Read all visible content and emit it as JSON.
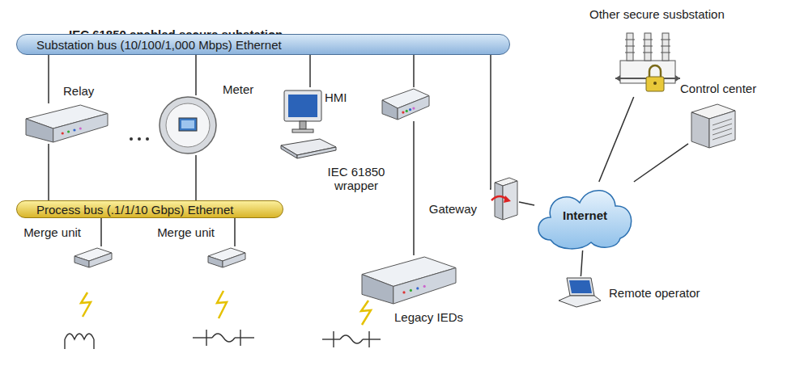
{
  "diagram": {
    "nodes": [
      {
        "text": [
          "IEC 61850 enabled secure substation"
        ]
      },
      {
        "text": [
          "Substation bus (10/100/1,000 Mbps) Ethernet"
        ],
        "in": 0
      },
      {
        "text": [
          "Relay"
        ],
        "in": 0
      },
      {
        "text": [
          "Meter"
        ],
        "in": 0
      },
      {
        "text": [
          "HMI"
        ],
        "in": 0
      },
      {
        "text": [
          "IEC 61850 wrapper"
        ],
        "in": 0
      },
      {
        "text": [
          "Process bus (.1/1/10 Gbps) Ethernet"
        ],
        "in": 0
      },
      {
        "text": [
          "Merge unit"
        ],
        "in": 0
      },
      {
        "text": [
          "Merge unit"
        ],
        "in": 0
      },
      {
        "text": [
          "Legacy IEDs"
        ],
        "in": 0
      },
      {
        "text": [
          "Gateway"
        ],
        "in": 0
      },
      {
        "text": [
          "Other secure susbstation"
        ]
      },
      {
        "text": [
          "Internet"
        ]
      },
      {
        "text": [
          "Control center"
        ]
      },
      {
        "text": [
          "Remote operator"
        ]
      }
    ],
    "edges": [
      {
        "from": 1,
        "to": 2,
        "arrow": "none"
      },
      {
        "from": 1,
        "to": 3,
        "arrow": "none"
      },
      {
        "from": 1,
        "to": 4,
        "arrow": "none"
      },
      {
        "from": 1,
        "to": 5,
        "arrow": "none"
      },
      {
        "from": 1,
        "to": 10,
        "arrow": "none"
      },
      {
        "from": 2,
        "to": 6,
        "arrow": "none"
      },
      {
        "from": 3,
        "to": 6,
        "arrow": "none"
      },
      {
        "from": 6,
        "to": 7,
        "arrow": "none"
      },
      {
        "from": 6,
        "to": 8,
        "arrow": "none"
      },
      {
        "from": 5,
        "to": 9,
        "arrow": "none"
      },
      {
        "from": 10,
        "to": 12,
        "arrow": "none"
      },
      {
        "from": 12,
        "to": 11,
        "arrow": "none"
      },
      {
        "from": 12,
        "to": 13,
        "arrow": "none"
      },
      {
        "from": 12,
        "to": 14,
        "arrow": "none"
      }
    ]
  }
}
